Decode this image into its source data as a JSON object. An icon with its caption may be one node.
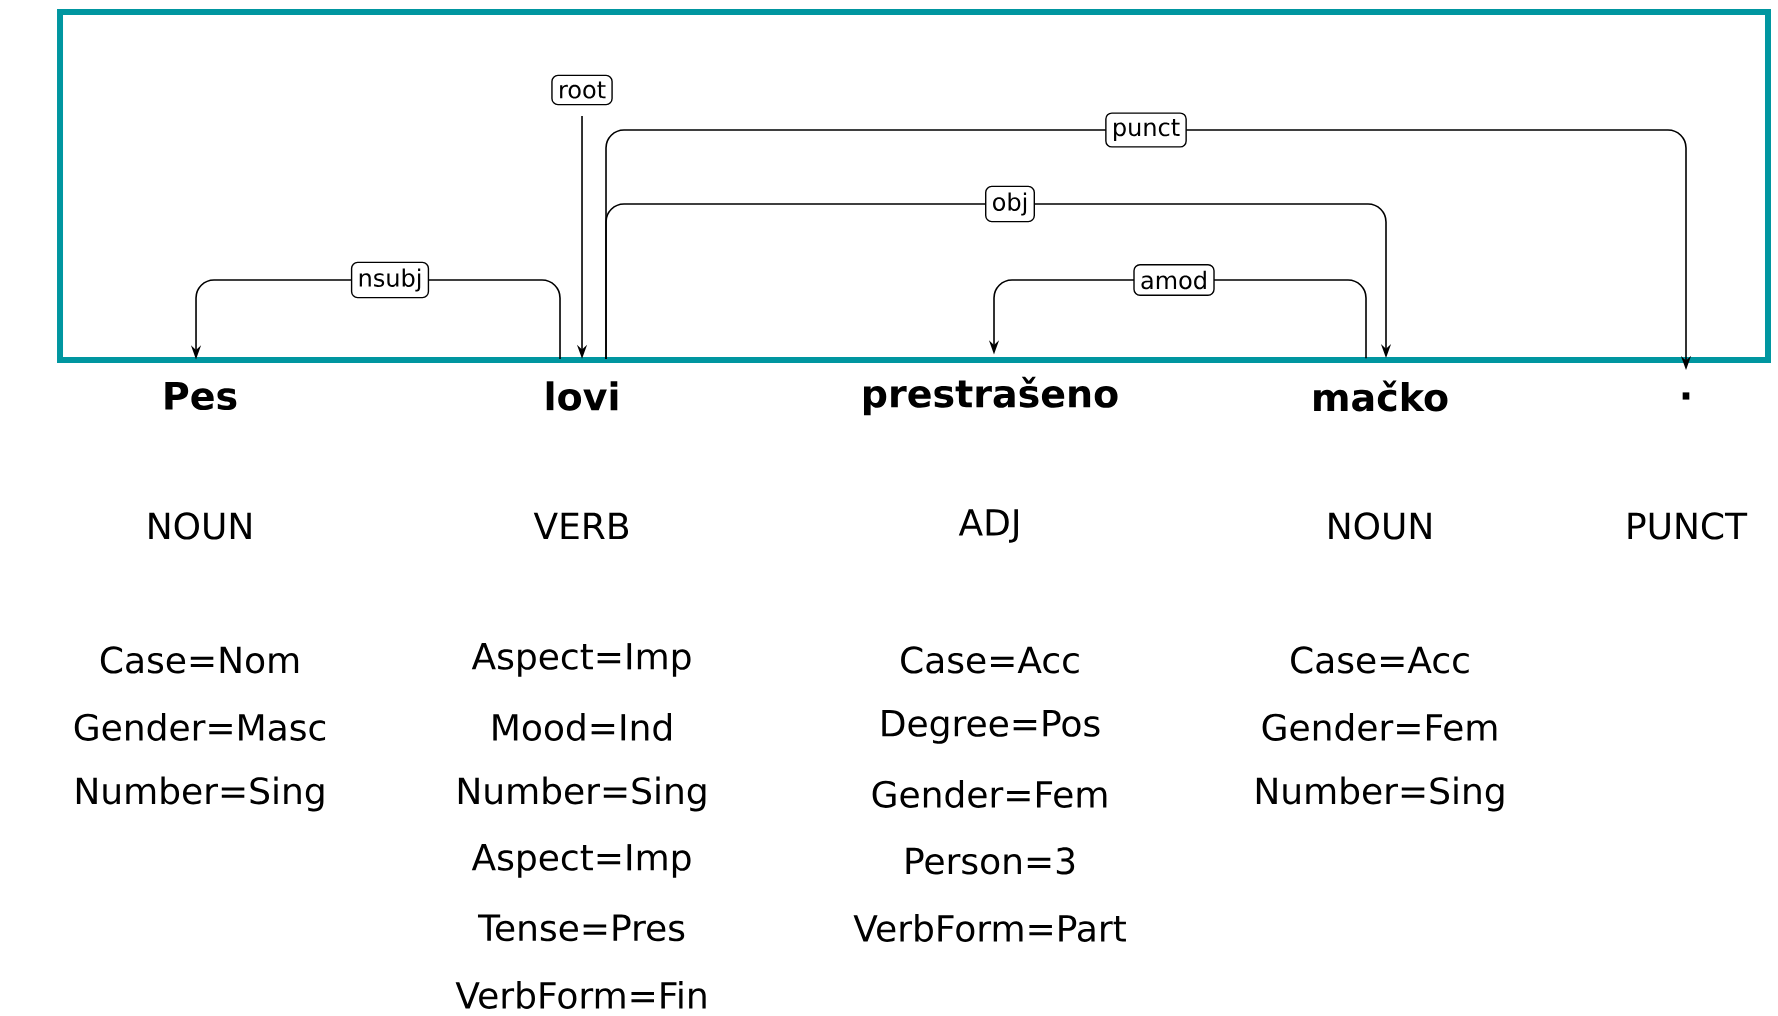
{
  "diagram": {
    "nodes": [
      {
        "text": [
          "Pes"
        ],
        "beside": [
          "NOUN",
          "Case=Nom",
          "Gender=Masc",
          "Number=Sing"
        ]
      },
      {
        "text": [
          "lovi"
        ],
        "beside": [
          "VERB",
          "Aspect=Imp",
          "Mood=Ind",
          "Number=Sing",
          "Aspect=Imp",
          "Tense=Pres",
          "VerbForm=Fin"
        ]
      },
      {
        "text": [
          "prestrašeno"
        ],
        "beside": [
          "ADJ",
          "Case=Acc",
          "Degree=Pos",
          "Gender=Fem",
          "Person=3",
          "VerbForm=Part"
        ]
      },
      {
        "text": [
          "mačko"
        ],
        "beside": [
          "NOUN",
          "Case=Acc",
          "Gender=Fem",
          "Number=Sing"
        ]
      },
      {
        "text": [
          "."
        ],
        "beside": [
          "PUNCT"
        ]
      }
    ],
    "edges": [
      {
        "from": 1,
        "to": 0,
        "arrow": "to",
        "label": "nsubj"
      },
      {
        "from": null,
        "to": 1,
        "arrow": "to",
        "label": "root"
      },
      {
        "from": 1,
        "to": 3,
        "arrow": "to",
        "label": "obj"
      },
      {
        "from": 1,
        "to": 4,
        "arrow": "to",
        "label": "punct"
      },
      {
        "from": 3,
        "to": 2,
        "arrow": "to",
        "label": "amod"
      }
    ]
  }
}
